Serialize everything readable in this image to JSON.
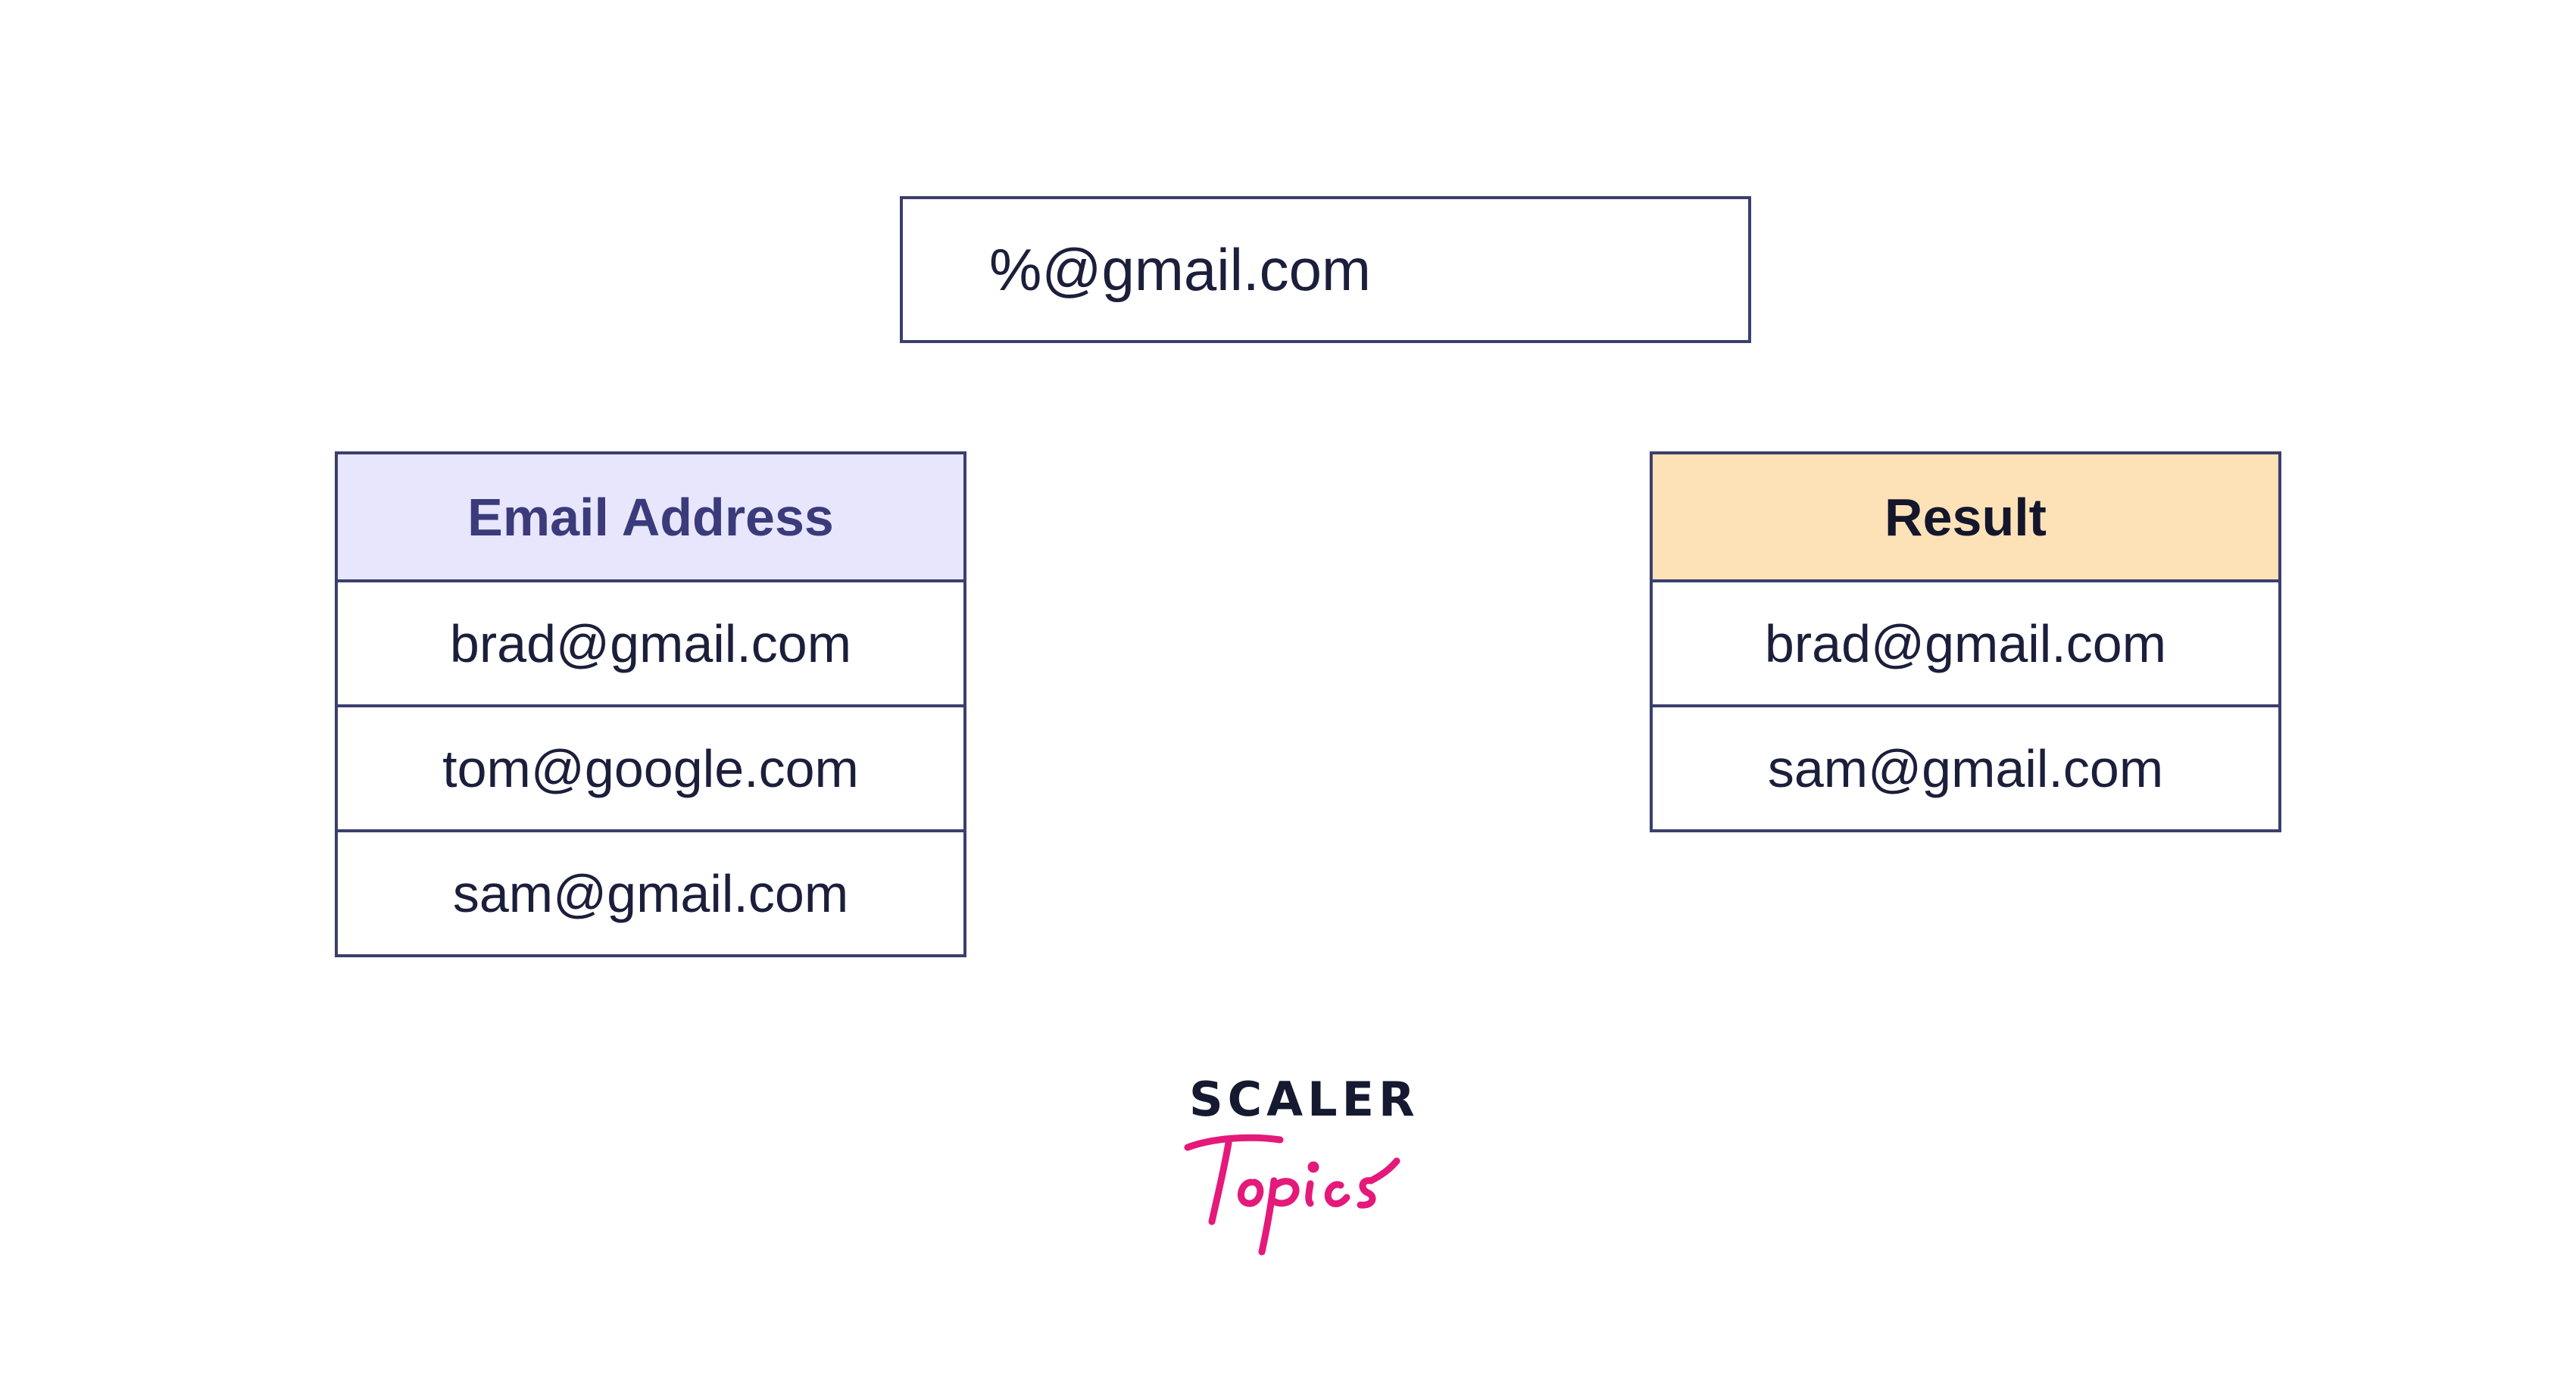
{
  "pattern": {
    "text": "%@gmail.com"
  },
  "email_table": {
    "header": "Email Address",
    "rows": [
      "brad@gmail.com",
      "tom@google.com",
      "sam@gmail.com"
    ]
  },
  "result_table": {
    "header": "Result",
    "rows": [
      "brad@gmail.com",
      "sam@gmail.com"
    ]
  },
  "logo": {
    "word": "SCALER",
    "script": "Topics"
  },
  "colors": {
    "border": "#3b3f6e",
    "email_header_bg": "#e7e6fd",
    "result_header_bg": "#fde2b8",
    "logo_pink": "#e5197a",
    "logo_dark": "#151a30"
  }
}
